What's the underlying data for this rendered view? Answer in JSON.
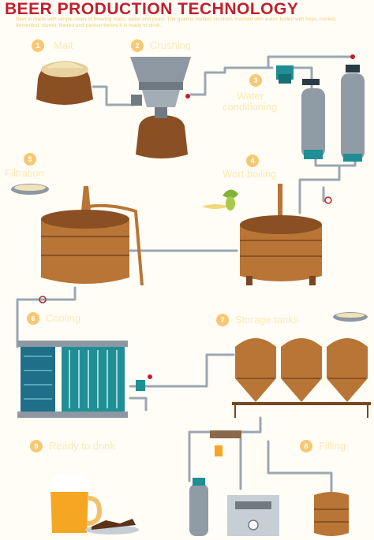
{
  "title": "BEER PRODUCTION TECHNOLOGY",
  "intro": "Beer is made with simple steps of brewing malts, water and yeast. The grain is malted, crushed, mashed with water, boiled with hops, cooled, fermented, stored, filtered and packed before it is ready to drink.",
  "steps": [
    {
      "number": "1",
      "label": "Malt"
    },
    {
      "number": "2",
      "label": "Crushing"
    },
    {
      "number": "3",
      "label": "Water",
      "label2": "conditioning"
    },
    {
      "number": "4",
      "label": "Wort boiling"
    },
    {
      "number": "5",
      "label": "Filtration"
    },
    {
      "number": "6",
      "label": "Cooling"
    },
    {
      "number": "7",
      "label": "Storage tanks"
    },
    {
      "number": "8",
      "label": "Filling"
    },
    {
      "number": "9",
      "label": "Ready to drink"
    }
  ],
  "colors": {
    "title": "#c0202e",
    "badge": "#f7c873",
    "pipe": "#9aa7b3",
    "tank_copper": "#b87535",
    "tank_dark": "#7a4620",
    "teal": "#1f8f95",
    "beer": "#f5a623"
  }
}
